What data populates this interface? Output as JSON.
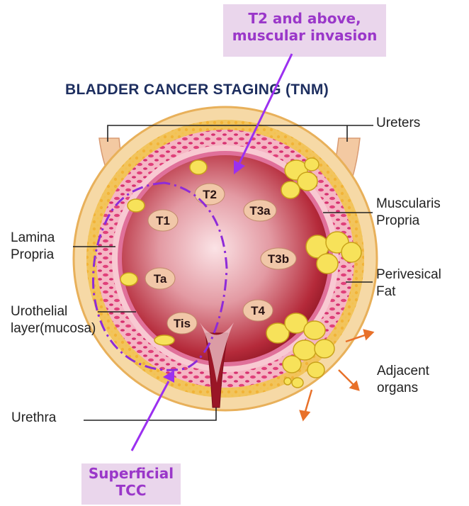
{
  "title": "BLADDER CANCER STAGING (TNM)",
  "callouts": {
    "top_line1": "T2 and above,",
    "top_line2": "muscular invasion",
    "bottom_line1": "Superficial",
    "bottom_line2": "TCC"
  },
  "labels": {
    "ureters": "Ureters",
    "muscularis_1": "Muscularis",
    "muscularis_2": "Propria",
    "lamina_1": "Lamina",
    "lamina_2": "Propria",
    "perivesical_1": "Perivesical",
    "perivesical_2": "Fat",
    "urothelial_1": "Urothelial",
    "urothelial_2": "layer(mucosa)",
    "adjacent_1": "Adjacent",
    "adjacent_2": "organs",
    "urethra": "Urethra"
  },
  "stages": [
    "T2",
    "T1",
    "T3a",
    "Ta",
    "T3b",
    "Tis",
    "T4"
  ],
  "colors": {
    "callout_bg": "#ead6ec",
    "callout_text": "#9a37c9",
    "arrow_purple": "#9b30f0",
    "dashed_outline": "#8e2bd8",
    "fat_layer": "#f2c45c",
    "muscle_layer": "#f5b6c4",
    "mucosa": "#e0709a",
    "lumen": "#b01e2c",
    "spread_arrows": "#e8712a",
    "title": "#1d2e5f"
  }
}
